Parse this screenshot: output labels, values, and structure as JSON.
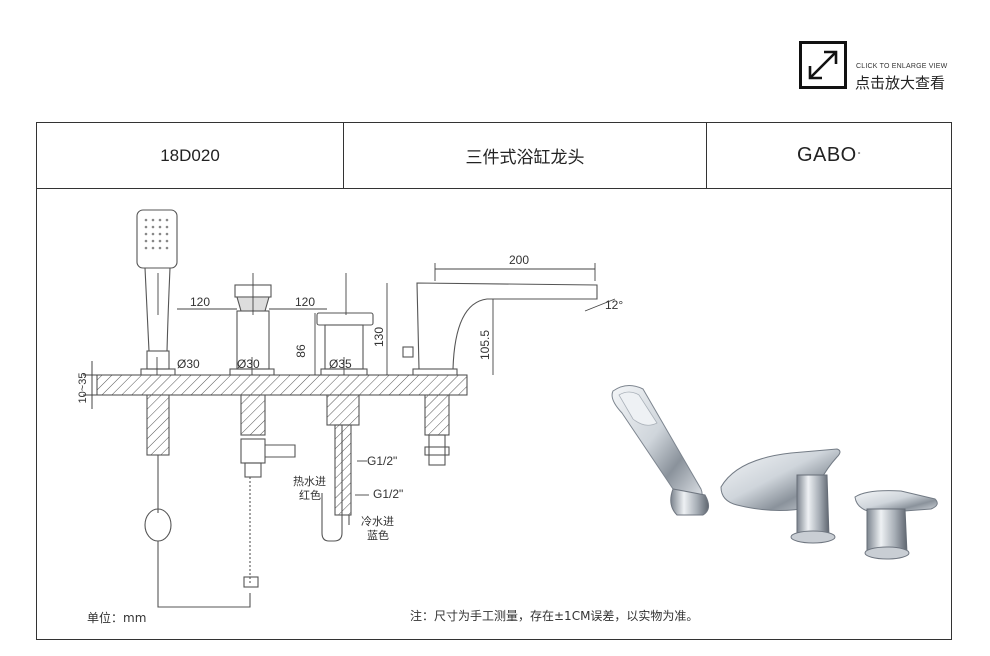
{
  "enlarge": {
    "label_en": "CLICK TO ENLARGE VIEW",
    "label_cn": "点击放大查看",
    "icon": "expand-arrows-icon"
  },
  "header": {
    "model": "18D020",
    "product_name": "三件式浴缸龙头",
    "brand": "GABO",
    "brand_mark": "°"
  },
  "dimensions": {
    "d120a": "120",
    "d120b": "120",
    "d200": "200",
    "angle": "12°",
    "d130": "130",
    "d105": "105.5",
    "d86": "86",
    "deck": "10~35",
    "dia1": "Ø30",
    "dia2": "Ø30",
    "dia3": "Ø35",
    "thread1": "G1/2\"",
    "thread2": "G1/2\""
  },
  "labels": {
    "hot_line1": "热水进",
    "hot_line2": "红色",
    "cold_line1": "冷水进",
    "cold_line2": "蓝色"
  },
  "footer": {
    "unit": "单位：mm",
    "note": "注：尺寸为手工测量，存在±1CM误差，以实物为准。"
  },
  "colors": {
    "line": "#333333",
    "chrome_light": "#e8ecf0",
    "chrome_dark": "#6f7680"
  }
}
